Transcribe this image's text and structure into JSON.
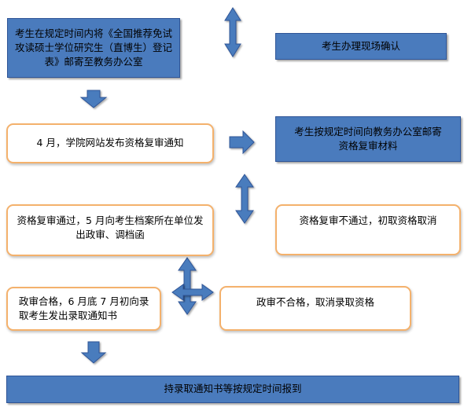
{
  "boxes": {
    "submit": "考生在规定时间内将《全国推荐免试攻读硕士学位研究生（直博生）登记表》邮寄至教务办公室",
    "confirm": "考生办理现场确认",
    "notice": "4 月，学院网站发布资格复审通知",
    "mail": "考生按规定时间向教务办公室邮寄资格复审材料",
    "pass": "资格复审通过，5 月向考生档案所在单位发出政审、调档函",
    "fail": "资格复审不通过，初取资格取消",
    "politics_pass": "政审合格，6 月底 7 月初向录取考生发出录取通知书",
    "politics_fail": "政审不合格，取消录取资格",
    "report": "持录取通知书等按规定时间报到"
  },
  "colors": {
    "blue_fill": "#4a7bbd",
    "blue_border": "#2f5597",
    "orange_border": "#f4b16c"
  }
}
